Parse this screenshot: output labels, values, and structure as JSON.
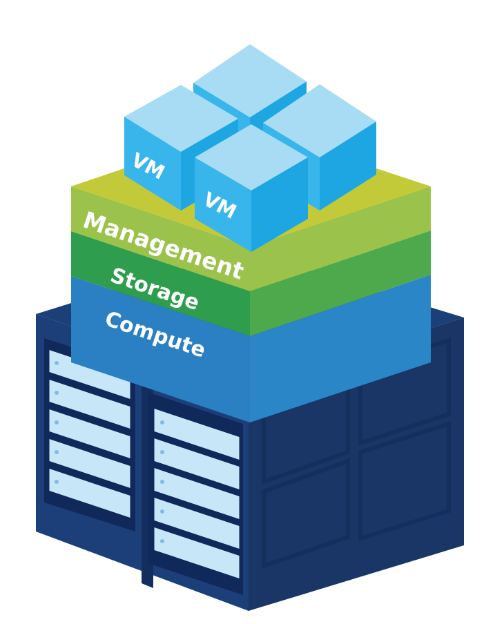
{
  "layers": [
    {
      "id": "management",
      "label": "Management",
      "top": "#c2ca3a",
      "front": "#9bc24a",
      "side": "#bccc3a"
    },
    {
      "id": "storage",
      "label": "Storage",
      "front": "#2e9d4e",
      "side": "#4ea84c"
    },
    {
      "id": "compute",
      "label": "Compute",
      "front": "#2b7fc3",
      "side": "#2a86c6"
    }
  ],
  "vms": [
    {
      "id": "vm-back",
      "label": ""
    },
    {
      "id": "vm-left",
      "label": "VM"
    },
    {
      "id": "vm-right",
      "label": ""
    },
    {
      "id": "vm-front",
      "label": "VM"
    }
  ],
  "colors": {
    "vm_top": "#a8dcf4",
    "vm_left": "#38b6ec",
    "vm_right": "#1ea6e2",
    "rack_top": "#1a3f79",
    "rack_front": "#1c3f7a",
    "rack_side": "#193666",
    "drive_fill": "#c7e7f8",
    "drive_border": "#10285a"
  }
}
